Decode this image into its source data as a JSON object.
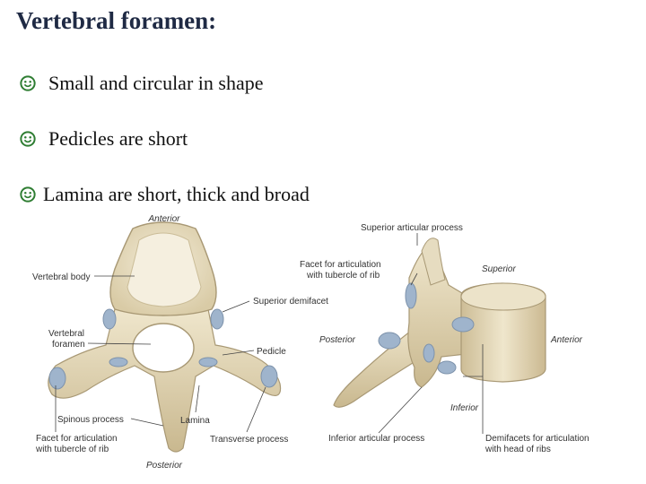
{
  "slide": {
    "title": "Vertebral foramen:",
    "bullets": [
      "Small and circular in shape",
      "Pedicles are short",
      "Lamina are short, thick and broad"
    ],
    "bullet_icon": "smiley-face-icon"
  },
  "superior_view": {
    "labels": {
      "anterior": "Anterior",
      "vertebral_body": "Vertebral body",
      "superior_demifacet": "Superior demifacet",
      "vertebral_foramen": "Vertebral foramen",
      "pedicle": "Pedicle",
      "spinous_process": "Spinous process",
      "lamina": "Lamina",
      "facet_tubercle": "Facet for articulation with tubercle of rib",
      "transverse_process": "Transverse process",
      "posterior": "Posterior"
    }
  },
  "lateral_view": {
    "labels": {
      "superior_articular_process": "Superior articular process",
      "facet_tubercle": "Facet for articulation with tubercle of rib",
      "superior": "Superior",
      "posterior": "Posterior",
      "anterior": "Anterior",
      "inferior": "Inferior",
      "inferior_articular_process": "Inferior articular process",
      "demifacets": "Demifacets for articulation with head of ribs"
    }
  },
  "colors": {
    "title": "#1f2a44",
    "bone": "#e6dcc0",
    "bone_shadow": "#b9a985",
    "facet": "#9fb4cc",
    "smiley": "#2e7d32"
  }
}
